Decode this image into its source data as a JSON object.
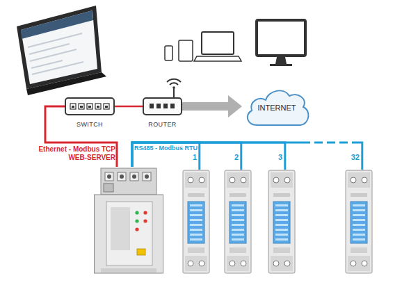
{
  "diagram": {
    "nodes": [
      {
        "text": [
          "SWITCH"
        ]
      },
      {
        "text": [
          "ROUTER"
        ]
      },
      {
        "text": [
          "INTERNET"
        ]
      },
      {
        "text": [
          "Ethernet - Modbus TCP",
          "WEB-SERVER"
        ]
      },
      {
        "text": [
          "1"
        ]
      },
      {
        "text": [
          "2"
        ]
      },
      {
        "text": [
          "3"
        ]
      },
      {
        "text": [
          "32"
        ]
      }
    ],
    "edges": [
      {
        "from": 0,
        "to": 1,
        "arrow": "none"
      },
      {
        "from": 1,
        "to": 2,
        "arrow": "to"
      },
      {
        "from": 0,
        "to": 3,
        "arrow": "none"
      },
      {
        "from": 3,
        "to": 4,
        "arrow": "none",
        "label": "RS485 - Modbus RTU"
      },
      {
        "from": 3,
        "to": 5,
        "arrow": "none"
      },
      {
        "from": 3,
        "to": 6,
        "arrow": "none"
      },
      {
        "from": 3,
        "to": 7,
        "arrow": "none"
      }
    ]
  }
}
